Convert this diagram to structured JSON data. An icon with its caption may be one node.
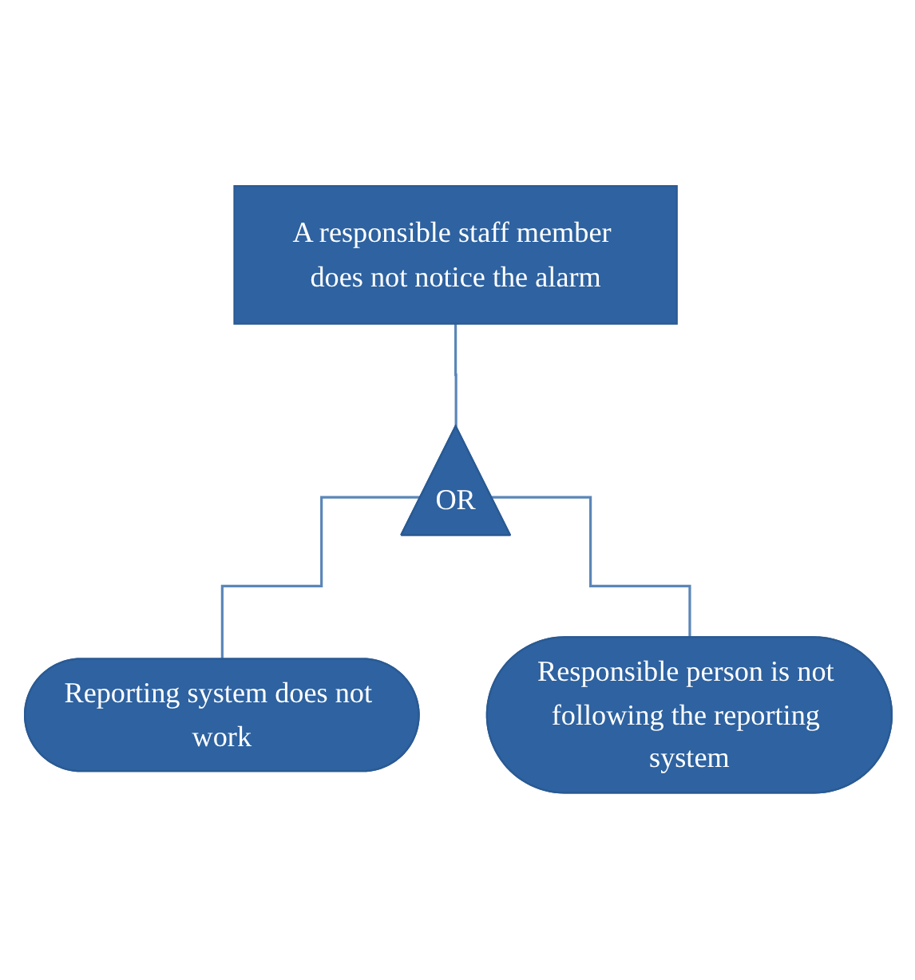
{
  "diagram": {
    "nodes": [
      {
        "text": [
          "A responsible staff member does not notice the alarm"
        ]
      },
      {
        "text": [
          "OR"
        ]
      },
      {
        "text": [
          "Reporting system does not work"
        ]
      },
      {
        "text": [
          "Responsible person is not following the reporting system"
        ]
      }
    ],
    "edges": [
      {
        "from": 0,
        "to": 1,
        "arrow": "none"
      },
      {
        "from": 1,
        "to": 2,
        "arrow": "none"
      },
      {
        "from": 1,
        "to": 3,
        "arrow": "none"
      }
    ]
  }
}
